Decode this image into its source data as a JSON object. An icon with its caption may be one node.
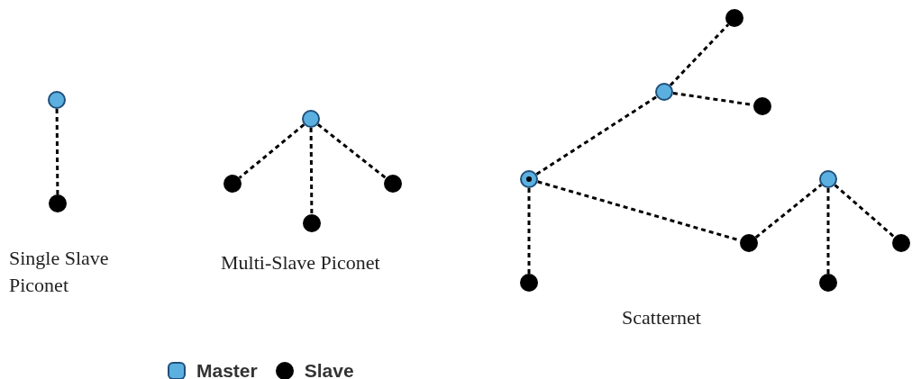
{
  "diagram": {
    "nodes": [
      {
        "text": [],
        "shape": "circle"
      },
      {
        "text": [],
        "shape": "circle"
      },
      {
        "text": [],
        "shape": "circle"
      },
      {
        "text": [],
        "shape": "circle"
      },
      {
        "text": [],
        "shape": "circle"
      },
      {
        "text": [],
        "shape": "circle"
      },
      {
        "text": [],
        "shape": "circle"
      },
      {
        "text": [],
        "shape": "circle"
      },
      {
        "text": [],
        "shape": "circle"
      },
      {
        "text": [],
        "shape": "circle"
      },
      {
        "text": [],
        "shape": "circle"
      },
      {
        "text": [],
        "shape": "circle"
      },
      {
        "text": [],
        "shape": "circle"
      },
      {
        "text": [],
        "shape": "circle"
      },
      {
        "text": [],
        "shape": "circle"
      }
    ],
    "edges": [
      {
        "from": 0,
        "to": 1,
        "arrow": "none",
        "style": "dashed"
      },
      {
        "from": 2,
        "to": 3,
        "arrow": "none",
        "style": "dashed"
      },
      {
        "from": 2,
        "to": 4,
        "arrow": "none",
        "style": "dashed"
      },
      {
        "from": 2,
        "to": 5,
        "arrow": "none",
        "style": "dashed"
      },
      {
        "from": 7,
        "to": 6,
        "arrow": "none",
        "style": "dashed"
      },
      {
        "from": 7,
        "to": 8,
        "arrow": "none",
        "style": "dashed"
      },
      {
        "from": 9,
        "to": 7,
        "arrow": "none",
        "style": "dashed"
      },
      {
        "from": 9,
        "to": 10,
        "arrow": "none",
        "style": "dashed"
      },
      {
        "from": 9,
        "to": 11,
        "arrow": "none",
        "style": "dashed"
      },
      {
        "from": 11,
        "to": 12,
        "arrow": "none",
        "style": "dashed"
      },
      {
        "from": 12,
        "to": 13,
        "arrow": "none",
        "style": "dashed"
      },
      {
        "from": 12,
        "to": 14,
        "arrow": "none",
        "style": "dashed"
      }
    ],
    "labels": [
      "Single Slave Piconet",
      "Multi-Slave Piconet",
      "Scatternet"
    ],
    "legend": [
      {
        "text": "Master",
        "color": "#5bb0e0"
      },
      {
        "text": "Slave",
        "color": "#000000"
      }
    ]
  }
}
